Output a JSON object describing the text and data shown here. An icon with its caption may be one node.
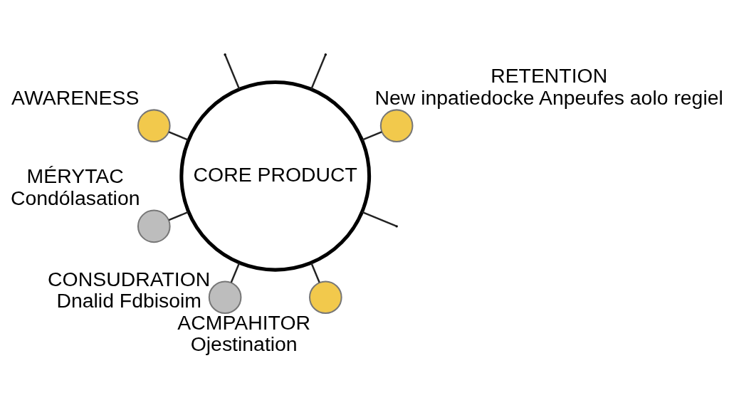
{
  "diagram": {
    "nodes": [
      {
        "text": [
          "CORE PRODUCT"
        ]
      },
      {
        "text": [],
        "shape": "circle",
        "beside": [
          "AWARENESS"
        ]
      },
      {
        "text": [],
        "shape": "circle",
        "beside": [
          "MÉRYTAC",
          "Condólasation"
        ]
      },
      {
        "text": [],
        "shape": "circle",
        "beside": [
          "RETENTION",
          "New inpatiedocke Anpeufes aolo regiel"
        ]
      },
      {
        "text": [],
        "shape": "circle",
        "beside": [
          "CONSUDRATION",
          "Dnalid Fdbisoim"
        ]
      },
      {
        "text": [],
        "shape": "circle",
        "beside": [
          "ACMPAHITOR",
          "Ojestination"
        ]
      }
    ],
    "edges": [
      {
        "from": 0,
        "to": null,
        "arrow": "none"
      },
      {
        "from": 1,
        "to": 0,
        "arrow": "none"
      },
      {
        "from": 2,
        "to": 0,
        "arrow": "none"
      },
      {
        "from": null,
        "to": 0,
        "arrow": "none"
      },
      {
        "from": 0,
        "to": 3,
        "arrow": "none"
      },
      {
        "from": 4,
        "to": 0,
        "arrow": "none"
      },
      {
        "from": 5,
        "to": 0,
        "arrow": "none"
      },
      {
        "from": 0,
        "to": null,
        "arrow": "none"
      }
    ]
  }
}
